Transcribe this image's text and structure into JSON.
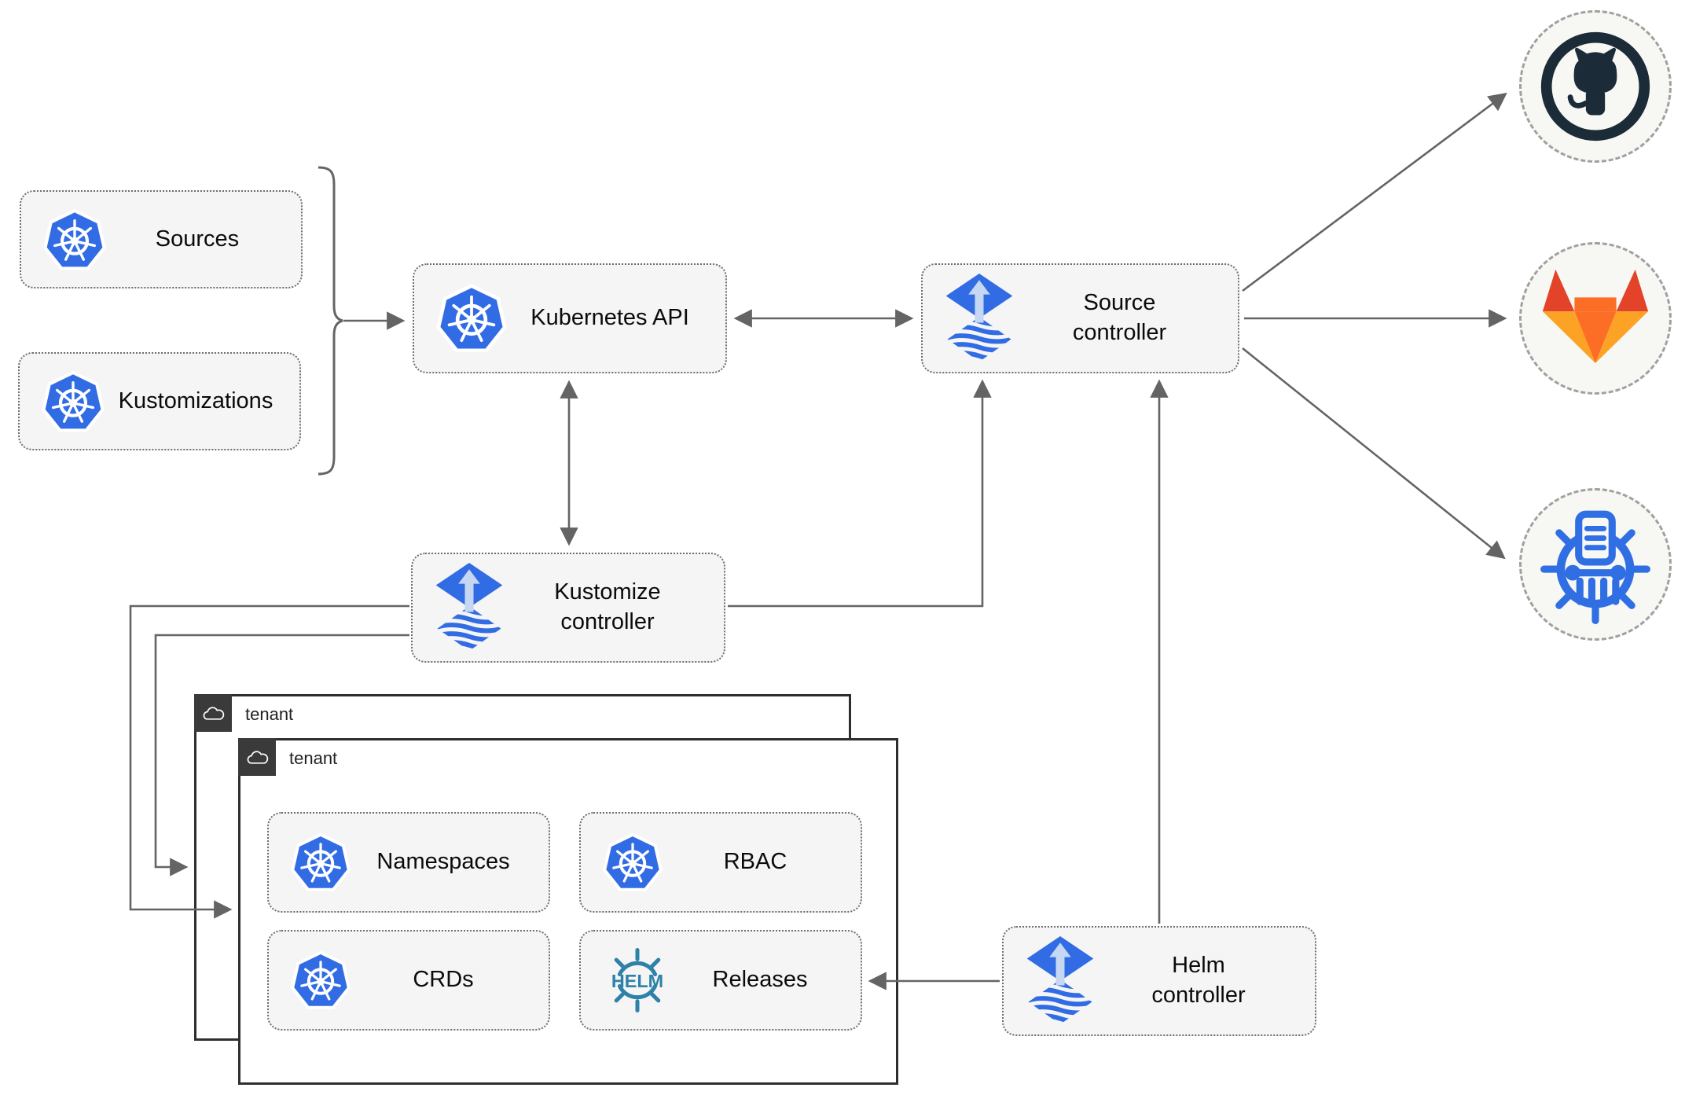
{
  "diagram": {
    "nodes": {
      "sources": {
        "label": "Sources",
        "icon": "kubernetes-icon"
      },
      "kustomizations": {
        "label": "Kustomizations",
        "icon": "kubernetes-icon"
      },
      "kubernetes_api": {
        "label": "Kubernetes API",
        "icon": "kubernetes-icon"
      },
      "source_controller": {
        "label": "Source controller",
        "icon": "flux-icon"
      },
      "kustomize_controller": {
        "label": "Kustomize controller",
        "icon": "flux-icon"
      },
      "helm_controller": {
        "label": "Helm controller",
        "icon": "flux-icon"
      },
      "namespaces": {
        "label": "Namespaces",
        "icon": "kubernetes-icon"
      },
      "rbac": {
        "label": "RBAC",
        "icon": "kubernetes-icon"
      },
      "crds": {
        "label": "CRDs",
        "icon": "kubernetes-icon"
      },
      "releases": {
        "label": "Releases",
        "icon": "helm-icon"
      }
    },
    "groups": {
      "tenant_back": {
        "label": "tenant",
        "icon": "cloud-icon"
      },
      "tenant_front": {
        "label": "tenant",
        "icon": "cloud-icon"
      }
    },
    "external": {
      "github": {
        "icon": "github-icon"
      },
      "gitlab": {
        "icon": "gitlab-icon"
      },
      "helm_repository": {
        "icon": "helm-repository-icon"
      }
    },
    "edges": [
      {
        "from": "sources+kustomizations",
        "to": "kubernetes_api",
        "style": "arrow"
      },
      {
        "from": "kubernetes_api",
        "to": "source_controller",
        "style": "double-arrow"
      },
      {
        "from": "kubernetes_api",
        "to": "kustomize_controller",
        "style": "double-arrow"
      },
      {
        "from": "kustomize_controller",
        "to": "source_controller",
        "style": "arrow"
      },
      {
        "from": "kustomize_controller",
        "to": "tenant_front",
        "style": "arrow"
      },
      {
        "from": "kustomize_controller",
        "to": "tenant_back",
        "style": "arrow"
      },
      {
        "from": "helm_controller",
        "to": "source_controller",
        "style": "arrow"
      },
      {
        "from": "helm_controller",
        "to": "releases",
        "style": "arrow"
      },
      {
        "from": "source_controller",
        "to": "github",
        "style": "arrow"
      },
      {
        "from": "source_controller",
        "to": "gitlab",
        "style": "arrow"
      },
      {
        "from": "source_controller",
        "to": "helm_repository",
        "style": "arrow"
      }
    ],
    "colors": {
      "kubernetes_blue": "#326CE5",
      "flux_blue": "#316CE4",
      "flux_light_arrow": "#C5D7F2",
      "helm_teal": "#2E81A8",
      "github_dark": "#1B2B38",
      "gitlab_red": "#E24329",
      "gitlab_orange": "#FC6D26",
      "gitlab_light_orange": "#FCA326",
      "helm_repository_blue": "#2F6FE3",
      "connector_gray": "#646464",
      "node_fill": "#F5F5F5",
      "tenant_tab_dark": "#3A3A3A"
    }
  }
}
